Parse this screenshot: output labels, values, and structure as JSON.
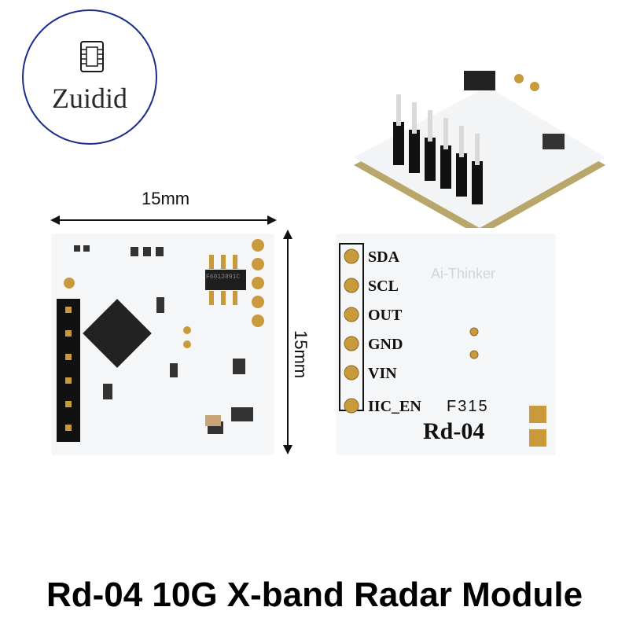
{
  "logo": {
    "brand": "Zuidid"
  },
  "dimensions": {
    "width": "15mm",
    "height": "15mm"
  },
  "board_back": {
    "pins": [
      "SDA",
      "SCL",
      "OUT",
      "GND",
      "VIN",
      "IIC_EN"
    ],
    "code": "F315",
    "model": "Rd-04",
    "watermark": "Ai-Thinker"
  },
  "board_front": {
    "ic_marking": "F6012891C"
  },
  "title": "Rd-04 10G X-band Radar Module",
  "colors": {
    "logo_ring": "#1c2e8c",
    "pcb": "#f4f6f8",
    "gold": "#c99a3b"
  }
}
